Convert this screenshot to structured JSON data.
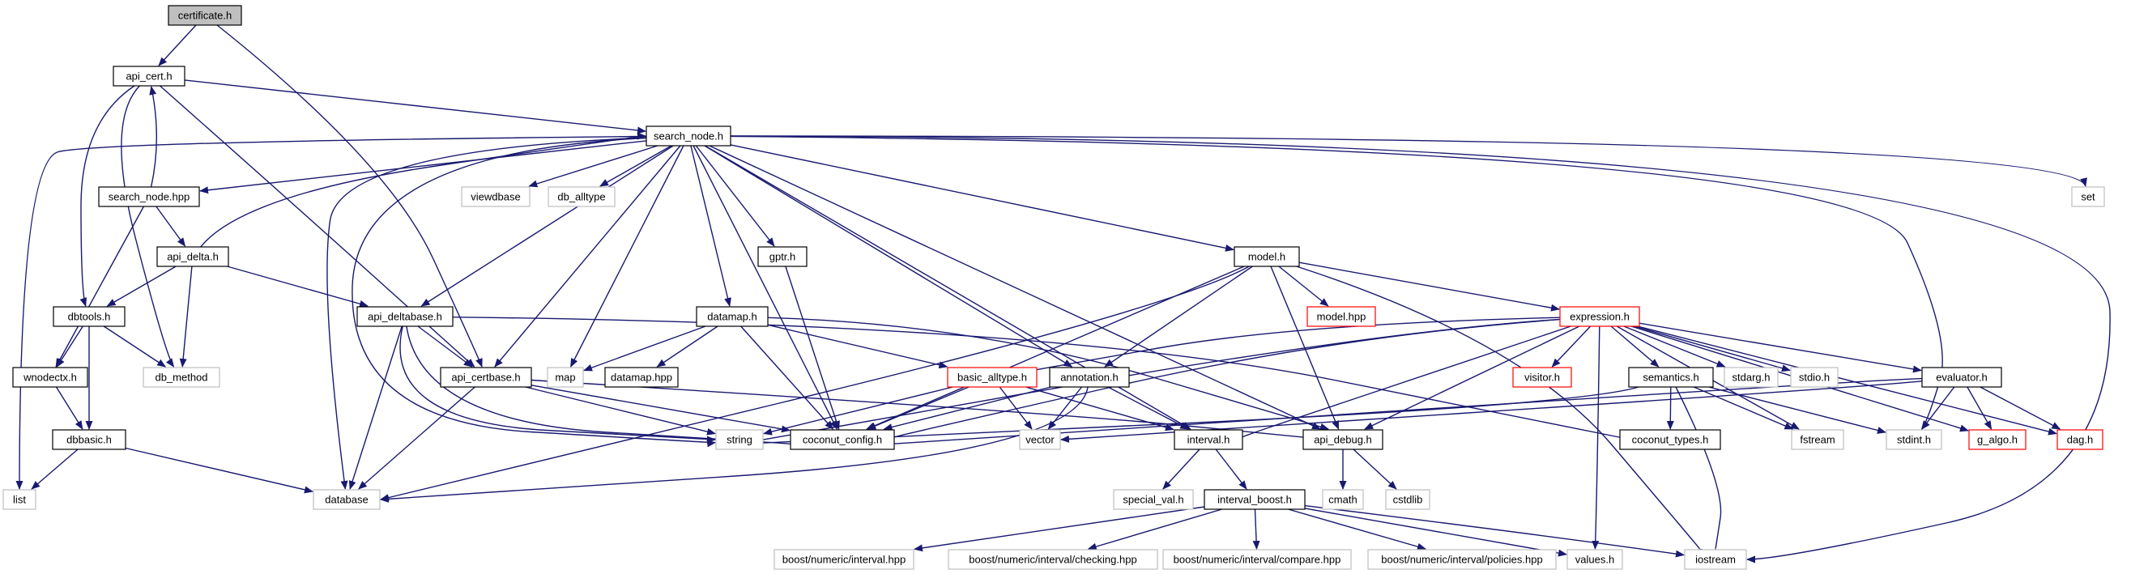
{
  "colors": {
    "edge": "#191970",
    "border_default": "#000000",
    "border_red": "#ff0000",
    "border_gray": "#bfbfbf",
    "fill_default": "#ffffff",
    "fill_root": "#bfbfbf"
  },
  "nodes": [
    {
      "id": "certificate_h",
      "label": "certificate.h",
      "style": "root"
    },
    {
      "id": "api_cert_h",
      "label": "api_cert.h",
      "style": "default"
    },
    {
      "id": "search_node_h",
      "label": "search_node.h",
      "style": "default"
    },
    {
      "id": "search_node_hpp",
      "label": "search_node.hpp",
      "style": "default"
    },
    {
      "id": "api_delta_h",
      "label": "api_delta.h",
      "style": "default"
    },
    {
      "id": "dbtools_h",
      "label": "dbtools.h",
      "style": "default"
    },
    {
      "id": "db_method",
      "label": "db_method",
      "style": "gray"
    },
    {
      "id": "wnodectx_h",
      "label": "wnodectx.h",
      "style": "default"
    },
    {
      "id": "dbbasic_h",
      "label": "dbbasic.h",
      "style": "default"
    },
    {
      "id": "list",
      "label": "list",
      "style": "gray"
    },
    {
      "id": "database",
      "label": "database",
      "style": "gray"
    },
    {
      "id": "viewdbase",
      "label": "viewdbase",
      "style": "gray"
    },
    {
      "id": "db_alltype",
      "label": "db_alltype",
      "style": "gray"
    },
    {
      "id": "api_deltabase_h",
      "label": "api_deltabase.h",
      "style": "default"
    },
    {
      "id": "api_certbase_h",
      "label": "api_certbase.h",
      "style": "default"
    },
    {
      "id": "map",
      "label": "map",
      "style": "gray"
    },
    {
      "id": "datamap_h",
      "label": "datamap.h",
      "style": "default"
    },
    {
      "id": "datamap_hpp",
      "label": "datamap.hpp",
      "style": "default"
    },
    {
      "id": "gptr_h",
      "label": "gptr.h",
      "style": "default"
    },
    {
      "id": "string",
      "label": "string",
      "style": "gray"
    },
    {
      "id": "coconut_config_h",
      "label": "coconut_config.h",
      "style": "default"
    },
    {
      "id": "basic_alltype_h",
      "label": "basic_alltype.h",
      "style": "red"
    },
    {
      "id": "annotation_h",
      "label": "annotation.h",
      "style": "default"
    },
    {
      "id": "vector",
      "label": "vector",
      "style": "gray"
    },
    {
      "id": "interval_h",
      "label": "interval.h",
      "style": "default"
    },
    {
      "id": "special_val_h",
      "label": "special_val.h",
      "style": "gray"
    },
    {
      "id": "interval_boost_h",
      "label": "interval_boost.h",
      "style": "default"
    },
    {
      "id": "boost_interval_hpp",
      "label": "boost/numeric/interval.hpp",
      "style": "gray"
    },
    {
      "id": "boost_checking_hpp",
      "label": "boost/numeric/interval/checking.hpp",
      "style": "gray"
    },
    {
      "id": "boost_compare_hpp",
      "label": "boost/numeric/interval/compare.hpp",
      "style": "gray"
    },
    {
      "id": "boost_policies_hpp",
      "label": "boost/numeric/interval/policies.hpp",
      "style": "gray"
    },
    {
      "id": "values_h",
      "label": "values.h",
      "style": "gray"
    },
    {
      "id": "iostream",
      "label": "iostream",
      "style": "gray"
    },
    {
      "id": "model_h",
      "label": "model.h",
      "style": "default"
    },
    {
      "id": "model_hpp",
      "label": "model.hpp",
      "style": "red"
    },
    {
      "id": "api_debug_h",
      "label": "api_debug.h",
      "style": "default"
    },
    {
      "id": "cmath",
      "label": "cmath",
      "style": "gray"
    },
    {
      "id": "cstdlib",
      "label": "cstdlib",
      "style": "gray"
    },
    {
      "id": "expression_h",
      "label": "expression.h",
      "style": "red"
    },
    {
      "id": "visitor_h",
      "label": "visitor.h",
      "style": "red"
    },
    {
      "id": "semantics_h",
      "label": "semantics.h",
      "style": "default"
    },
    {
      "id": "stdarg_h",
      "label": "stdarg.h",
      "style": "gray"
    },
    {
      "id": "stdio_h",
      "label": "stdio.h",
      "style": "gray"
    },
    {
      "id": "coconut_types_h",
      "label": "coconut_types.h",
      "style": "default"
    },
    {
      "id": "fstream",
      "label": "fstream",
      "style": "gray"
    },
    {
      "id": "evaluator_h",
      "label": "evaluator.h",
      "style": "default"
    },
    {
      "id": "stdint_h",
      "label": "stdint.h",
      "style": "gray"
    },
    {
      "id": "g_algo_h",
      "label": "g_algo.h",
      "style": "red"
    },
    {
      "id": "dag_h",
      "label": "dag.h",
      "style": "red"
    },
    {
      "id": "set",
      "label": "set",
      "style": "gray"
    }
  ],
  "edges": [
    [
      "certificate_h",
      "api_cert_h"
    ],
    [
      "certificate_h",
      "api_certbase_h"
    ],
    [
      "api_cert_h",
      "search_node_h"
    ],
    [
      "api_cert_h",
      "dbtools_h"
    ],
    [
      "api_cert_h",
      "db_method"
    ],
    [
      "api_cert_h",
      "api_certbase_h"
    ],
    [
      "search_node_hpp",
      "api_cert_h"
    ],
    [
      "search_node_hpp",
      "api_delta_h"
    ],
    [
      "search_node_hpp",
      "wnodectx_h"
    ],
    [
      "search_node_h",
      "search_node_hpp"
    ],
    [
      "search_node_h",
      "list"
    ],
    [
      "search_node_h",
      "database"
    ],
    [
      "search_node_h",
      "string"
    ],
    [
      "search_node_h",
      "viewdbase"
    ],
    [
      "search_node_h",
      "db_alltype"
    ],
    [
      "search_node_h",
      "api_deltabase_h"
    ],
    [
      "search_node_h",
      "api_certbase_h"
    ],
    [
      "search_node_h",
      "map"
    ],
    [
      "search_node_h",
      "datamap_h"
    ],
    [
      "search_node_h",
      "gptr_h"
    ],
    [
      "search_node_h",
      "coconut_config_h"
    ],
    [
      "search_node_h",
      "annotation_h"
    ],
    [
      "search_node_h",
      "interval_h"
    ],
    [
      "search_node_h",
      "model_h"
    ],
    [
      "search_node_h",
      "api_debug_h"
    ],
    [
      "search_node_h",
      "set"
    ],
    [
      "search_node_h",
      "iostream"
    ],
    [
      "search_node_h",
      "stdint_h"
    ],
    [
      "api_delta_h",
      "search_node_h"
    ],
    [
      "api_delta_h",
      "dbtools_h"
    ],
    [
      "api_delta_h",
      "db_method"
    ],
    [
      "api_delta_h",
      "api_deltabase_h"
    ],
    [
      "dbtools_h",
      "db_method"
    ],
    [
      "dbtools_h",
      "wnodectx_h"
    ],
    [
      "dbtools_h",
      "dbbasic_h"
    ],
    [
      "wnodectx_h",
      "dbbasic_h"
    ],
    [
      "dbbasic_h",
      "list"
    ],
    [
      "dbbasic_h",
      "database"
    ],
    [
      "api_deltabase_h",
      "api_certbase_h"
    ],
    [
      "api_deltabase_h",
      "database"
    ],
    [
      "api_deltabase_h",
      "string"
    ],
    [
      "api_deltabase_h",
      "coconut_config_h"
    ],
    [
      "api_deltabase_h",
      "coconut_types_h"
    ],
    [
      "api_certbase_h",
      "database"
    ],
    [
      "api_certbase_h",
      "string"
    ],
    [
      "api_certbase_h",
      "coconut_config_h"
    ],
    [
      "api_certbase_h",
      "api_debug_h"
    ],
    [
      "datamap_h",
      "map"
    ],
    [
      "datamap_h",
      "datamap_hpp"
    ],
    [
      "datamap_h",
      "basic_alltype_h"
    ],
    [
      "datamap_h",
      "coconut_config_h"
    ],
    [
      "datamap_h",
      "api_debug_h"
    ],
    [
      "gptr_h",
      "coconut_config_h"
    ],
    [
      "basic_alltype_h",
      "string"
    ],
    [
      "basic_alltype_h",
      "vector"
    ],
    [
      "basic_alltype_h",
      "coconut_config_h"
    ],
    [
      "basic_alltype_h",
      "interval_h"
    ],
    [
      "annotation_h",
      "vector"
    ],
    [
      "annotation_h",
      "coconut_config_h"
    ],
    [
      "annotation_h",
      "database"
    ],
    [
      "annotation_h",
      "interval_h"
    ],
    [
      "interval_h",
      "special_val_h"
    ],
    [
      "interval_h",
      "interval_boost_h"
    ],
    [
      "interval_boost_h",
      "boost_interval_hpp"
    ],
    [
      "interval_boost_h",
      "boost_checking_hpp"
    ],
    [
      "interval_boost_h",
      "boost_compare_hpp"
    ],
    [
      "interval_boost_h",
      "boost_policies_hpp"
    ],
    [
      "interval_boost_h",
      "values_h"
    ],
    [
      "interval_boost_h",
      "iostream"
    ],
    [
      "model_h",
      "model_hpp"
    ],
    [
      "model_h",
      "expression_h"
    ],
    [
      "model_h",
      "annotation_h"
    ],
    [
      "model_h",
      "coconut_config_h"
    ],
    [
      "model_h",
      "database"
    ],
    [
      "model_h",
      "api_debug_h"
    ],
    [
      "model_h",
      "iostream"
    ],
    [
      "api_debug_h",
      "cmath"
    ],
    [
      "api_debug_h",
      "cstdlib"
    ],
    [
      "expression_h",
      "basic_alltype_h"
    ],
    [
      "expression_h",
      "string"
    ],
    [
      "expression_h",
      "coconut_config_h"
    ],
    [
      "expression_h",
      "visitor_h"
    ],
    [
      "expression_h",
      "semantics_h"
    ],
    [
      "expression_h",
      "stdarg_h"
    ],
    [
      "expression_h",
      "stdio_h"
    ],
    [
      "expression_h",
      "evaluator_h"
    ],
    [
      "expression_h",
      "interval_h"
    ],
    [
      "expression_h",
      "api_debug_h"
    ],
    [
      "expression_h",
      "values_h"
    ],
    [
      "expression_h",
      "fstream"
    ],
    [
      "expression_h",
      "g_algo_h"
    ],
    [
      "expression_h",
      "dag_h"
    ],
    [
      "semantics_h",
      "coconut_types_h"
    ],
    [
      "semantics_h",
      "fstream"
    ],
    [
      "semantics_h",
      "stdint_h"
    ],
    [
      "semantics_h",
      "iostream"
    ],
    [
      "semantics_h",
      "string"
    ],
    [
      "evaluator_h",
      "vector"
    ],
    [
      "evaluator_h",
      "stdint_h"
    ],
    [
      "evaluator_h",
      "g_algo_h"
    ],
    [
      "evaluator_h",
      "dag_h"
    ],
    [
      "evaluator_h",
      "coconut_config_h"
    ]
  ]
}
